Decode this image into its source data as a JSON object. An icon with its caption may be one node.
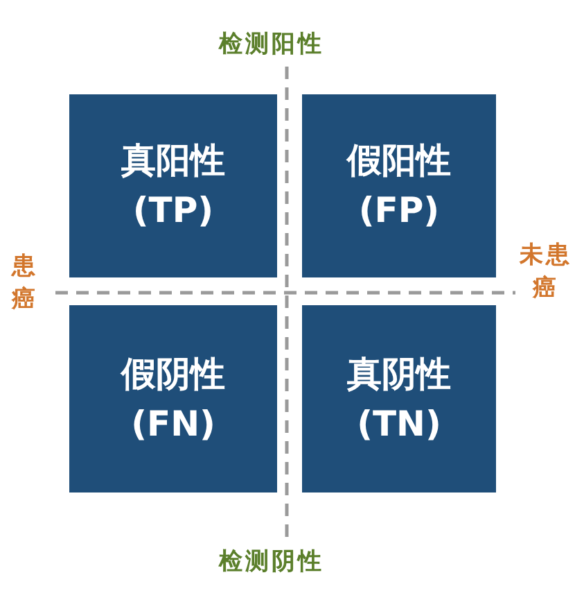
{
  "diagram": {
    "nodes": [
      {
        "text": [
          "真阳性",
          "(TP)"
        ]
      },
      {
        "text": [
          "假阳性",
          "(FP)"
        ]
      },
      {
        "text": [
          "假阴性",
          "(FN)"
        ]
      },
      {
        "text": [
          "真阴性",
          "(TN)"
        ]
      }
    ],
    "labels": [
      "检测阳性",
      "患癌",
      "未患癌",
      "检测阴性"
    ]
  }
}
